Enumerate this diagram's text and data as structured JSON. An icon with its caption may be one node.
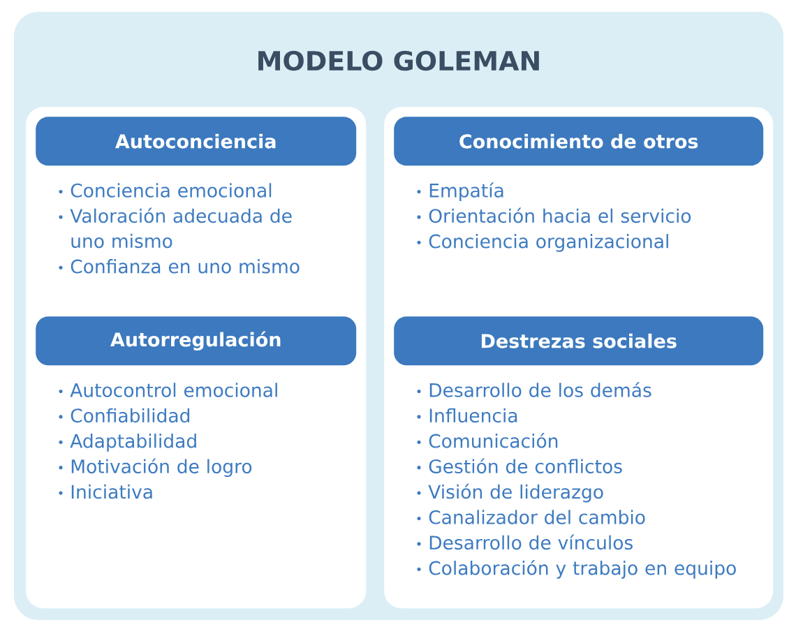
{
  "diagram": {
    "title": "MODELO GOLEMAN",
    "nodes": [
      {
        "text": [],
        "shape": "box"
      },
      {
        "text": [],
        "shape": "box"
      },
      {
        "text": [
          "Autoconciencia"
        ],
        "in": 0,
        "beside": [
          "Conciencia emocional",
          "Valoración adecuada de uno mismo",
          "Confianza en uno mismo"
        ]
      },
      {
        "text": [
          "Conocimiento de otros"
        ],
        "in": 1,
        "beside": [
          "Empatía",
          "Orientación hacia el servicio",
          "Conciencia organizacional"
        ]
      },
      {
        "text": [
          "Autorregulación"
        ],
        "in": 0,
        "beside": [
          "Autocontrol emocional",
          "Confiabilidad",
          "Adaptabilidad",
          "Motivación de logro",
          "Iniciativa"
        ]
      },
      {
        "text": [
          "Destrezas sociales"
        ],
        "in": 1,
        "beside": [
          "Desarrollo de los demás",
          "Influencia",
          "Comunicación",
          "Gestión de conflictos",
          "Visión de liderazgo",
          "Canalizador del cambio",
          "Desarrollo de vínculos",
          "Colaboración y trabajo en equipo"
        ]
      }
    ]
  }
}
